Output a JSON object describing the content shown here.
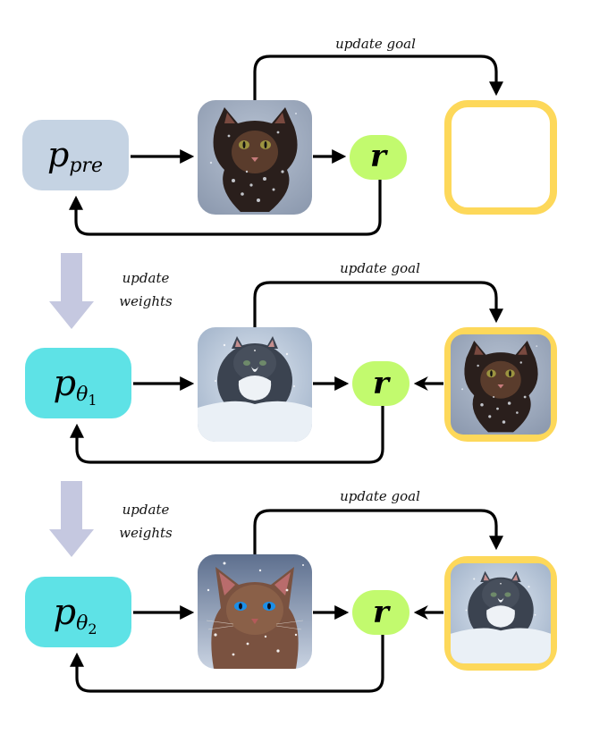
{
  "colors": {
    "pretrained_model": "#c5d3e3",
    "finetuned_model": "#5ee2e6",
    "reward": "#c2fa6e",
    "goal_border": "#fdd85a",
    "weights_arrow": "#c5c8e0",
    "line": "#000000"
  },
  "labels": {
    "update_goal": "update goal",
    "update_weights_line1": "update",
    "update_weights_line2": "weights",
    "reward": "r"
  },
  "rows": [
    {
      "model": {
        "base": "p",
        "subscript": "pre",
        "subsub": "",
        "style": "pretrained"
      },
      "generated_image": "cat-in-snow-tabby-dark",
      "goal_image": null,
      "reward_label": "r",
      "goal_label": "update goal"
    },
    {
      "model": {
        "base": "p",
        "subscript": "θ",
        "subsub": "1",
        "style": "finetuned"
      },
      "generated_image": "cat-in-snow-tuxedo",
      "goal_image": "cat-in-snow-tabby-dark",
      "reward_label": "r",
      "goal_label": "update goal"
    },
    {
      "model": {
        "base": "p",
        "subscript": "θ",
        "subsub": "2",
        "style": "finetuned"
      },
      "generated_image": "cat-in-snow-blue-eyes",
      "goal_image": "cat-in-snow-tuxedo",
      "reward_label": "r",
      "goal_label": "update goal"
    }
  ],
  "transitions": [
    {
      "label_line1": "update",
      "label_line2": "weights"
    },
    {
      "label_line1": "update",
      "label_line2": "weights"
    }
  ]
}
